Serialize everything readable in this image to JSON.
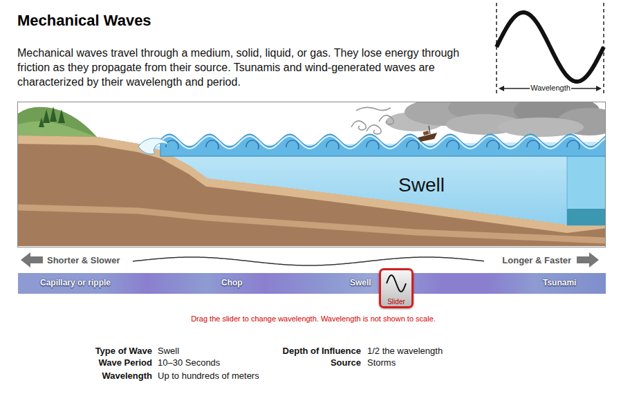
{
  "diagram": {
    "title": "Mechanical Waves",
    "nodes": [
      {
        "text": [
          "Capillary or ripple",
          "Chop",
          "Swell",
          "Tsunami"
        ]
      },
      {
        "text": [
          "Slider"
        ],
        "in": 0
      }
    ],
    "labels": [
      "Mechanical waves travel through a medium, solid, liquid, or gas. They lose energy through friction as they propagate from their source. Tsunamis and wind-generated waves are characterized by their wavelength and period.",
      "Wavelength",
      "Swell",
      "Shorter & Slower",
      "Longer & Faster",
      "Drag the slider to change wavelength. Wavelength is not shown to scale.",
      "Type of Wave",
      "Swell",
      "Wave Period",
      "10–30 Seconds",
      "Wavelength",
      "Up to hundreds of meters",
      "Depth of Influence",
      "1/2 the wavelength",
      "Source",
      "Storms"
    ]
  }
}
